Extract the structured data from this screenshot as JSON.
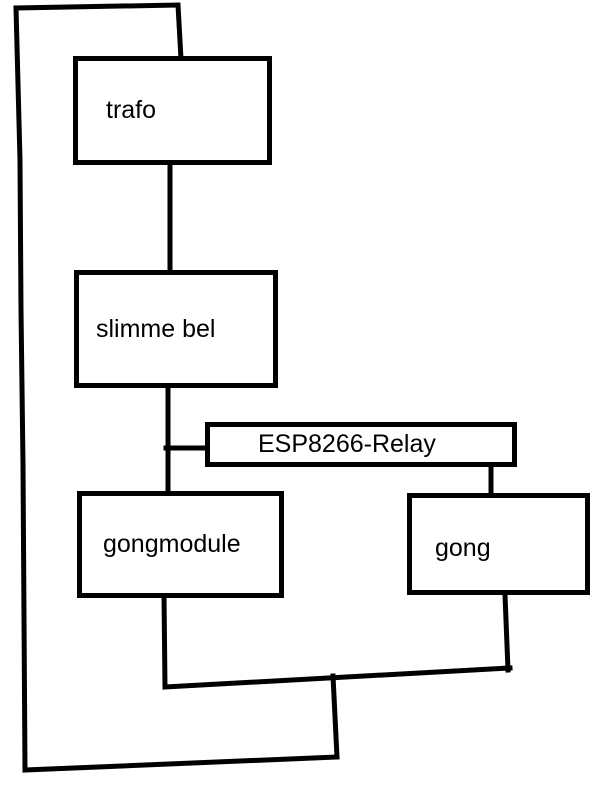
{
  "diagram": {
    "background_color": "#ffffff",
    "line_color": "#000000",
    "text_color": "#000000",
    "nodes": [
      {
        "id": "trafo",
        "label": "trafo"
      },
      {
        "id": "slimme-bel",
        "label": "slimme bel"
      },
      {
        "id": "esp8266-relay",
        "label": "ESP8266-Relay"
      },
      {
        "id": "gongmodule",
        "label": "gongmodule"
      },
      {
        "id": "gong",
        "label": "gong"
      }
    ],
    "edges": [
      {
        "from": "trafo",
        "to": "slimme bel"
      },
      {
        "from": "slimme bel",
        "to": "gongmodule"
      },
      {
        "from": "slimme bel",
        "to": "ESP8266-Relay"
      },
      {
        "from": "ESP8266-Relay",
        "to": "gong"
      },
      {
        "from": "gongmodule",
        "to": "gong"
      },
      {
        "from": "gong",
        "to": "trafo"
      }
    ]
  }
}
